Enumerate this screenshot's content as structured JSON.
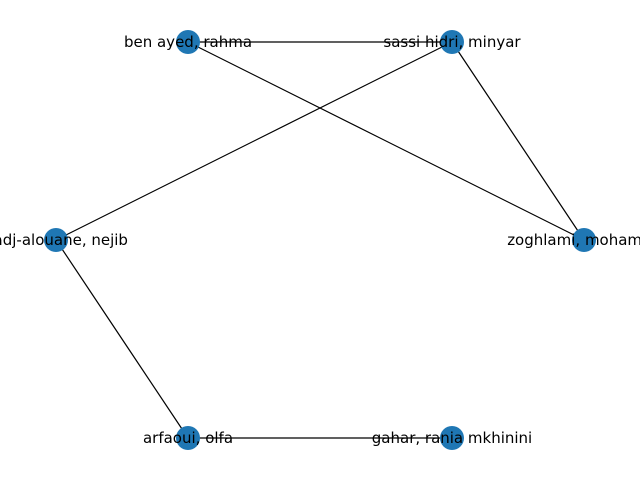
{
  "graph": {
    "node_color": "#1f77b4",
    "edge_color": "#000000",
    "nodes": [
      {
        "id": "n1",
        "label": "ben ayed, rahma"
      },
      {
        "id": "n2",
        "label": "sassi hidri, minyar"
      },
      {
        "id": "n3",
        "label": "hadj-alouane, nejib"
      },
      {
        "id": "n4",
        "label": "zoghlami, mohamed"
      },
      {
        "id": "n5",
        "label": "arfaoui, olfa"
      },
      {
        "id": "n6",
        "label": "gahar, rania mkhinini"
      }
    ],
    "edges": [
      {
        "source": "n1",
        "target": "n2"
      },
      {
        "source": "n1",
        "target": "n4"
      },
      {
        "source": "n2",
        "target": "n3"
      },
      {
        "source": "n2",
        "target": "n4"
      },
      {
        "source": "n3",
        "target": "n5"
      },
      {
        "source": "n5",
        "target": "n6"
      }
    ]
  }
}
